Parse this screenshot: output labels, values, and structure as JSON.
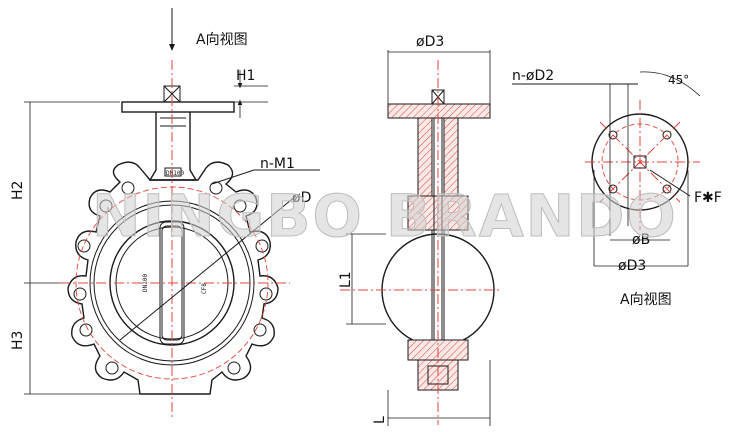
{
  "labels": {
    "view_a_top": "A向视图",
    "view_a_bottom": "A向视图",
    "H1": "H1",
    "H2": "H2",
    "H3": "H3",
    "nM1": "n-M1",
    "phiD": "øD",
    "phiD3_top": "øD3",
    "nphiD2": "n-øD2",
    "angle": "45°",
    "FxF": "F✱F",
    "phiB": "øB",
    "phiD3_bottom": "øD3",
    "L1": "L1",
    "L": "L"
  },
  "watermark": "NINGBO BRANDO",
  "body_marks": {
    "top": "DN100",
    "left": "DN100",
    "right": "CF8"
  },
  "colors": {
    "line": "#1a1a1a",
    "centerline": "#e0443a",
    "hatch": "#e0443a",
    "watermark": "#cfcfcf"
  }
}
